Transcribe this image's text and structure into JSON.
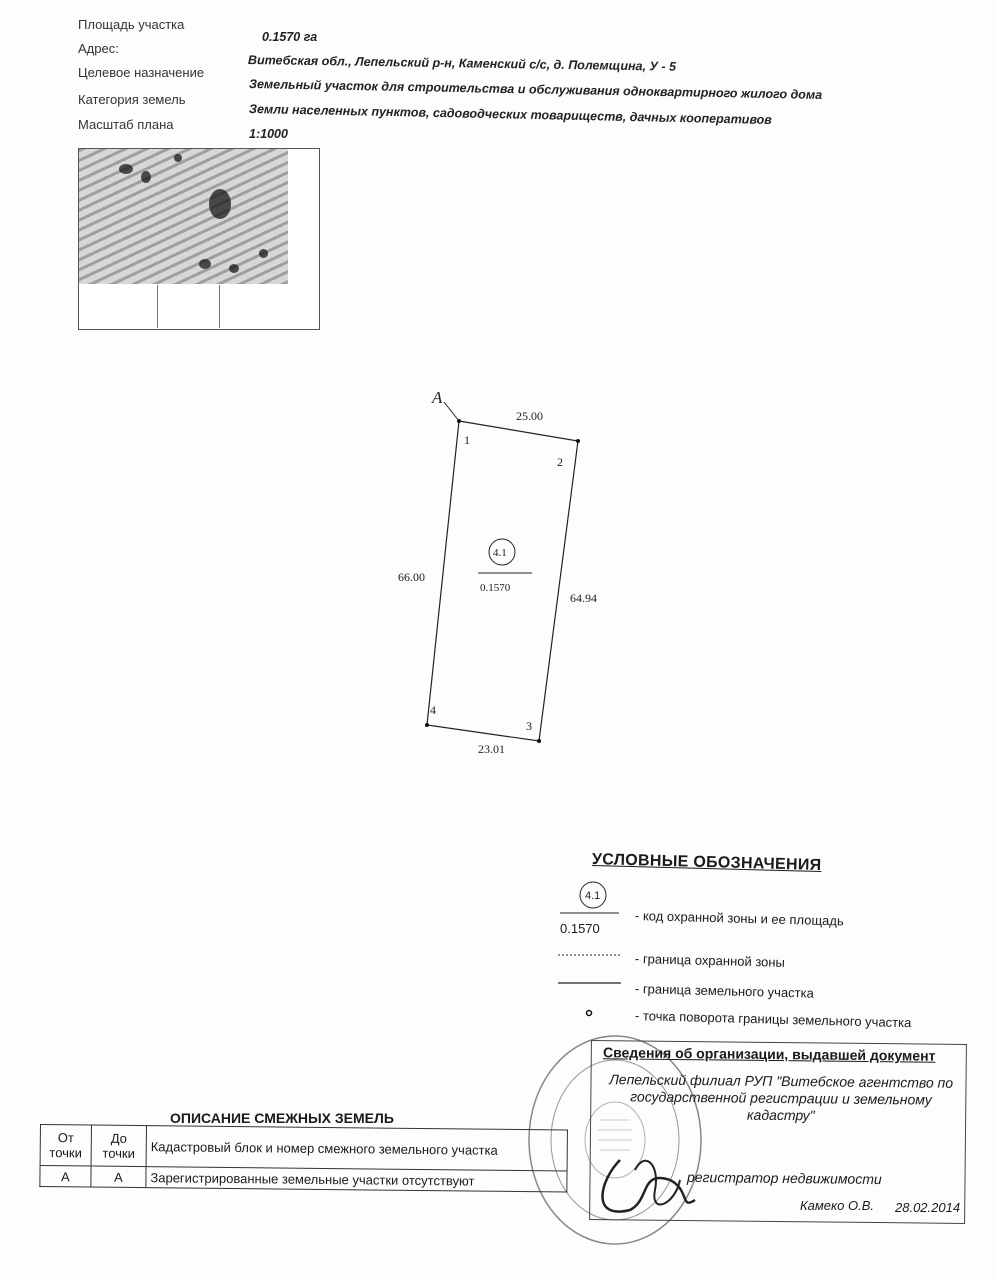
{
  "header": {
    "rows": [
      {
        "label": "Площадь участка",
        "value": "0.1570  га"
      },
      {
        "label": "Адрес:",
        "value": "Витебская обл., Лепельский р-н, Каменский с/с, д. Полемщина, У - 5"
      },
      {
        "label": "Целевое назначение",
        "value": "Земельный участок для строительства и обслуживания одноквартирного жилого дома"
      },
      {
        "label": "Категория земель",
        "value": "Земли населенных пунктов, садоводческих товариществ, дачных кооперативов"
      },
      {
        "label": "Масштаб плана",
        "value": "1:1000"
      }
    ]
  },
  "drawing": {
    "start_point_label": "A",
    "vertex_labels": [
      "1",
      "2",
      "3",
      "4"
    ],
    "side_lengths": {
      "top": "25.00",
      "right": "64.94",
      "bottom": "23.01",
      "left": "66.00"
    },
    "zone_code": "4.1",
    "zone_area": "0.1570"
  },
  "legend": {
    "title": "УСЛОВНЫЕ ОБОЗНАЧЕНИЯ",
    "zone_code": "4.1",
    "zone_area": "0.1570",
    "items": [
      {
        "symbol": "zone-code",
        "text": "- код охранной зоны и ее площадь"
      },
      {
        "symbol": "dotted-line",
        "text": "- граница охранной зоны"
      },
      {
        "symbol": "solid-line",
        "text": "- граница земельного участка"
      },
      {
        "symbol": "dot",
        "text": "- точка поворота границы земельного участка"
      }
    ]
  },
  "organization": {
    "title": "Сведения об организации, выдавшей документ",
    "name": "Лепельский филиал РУП \"Витебское агентство по государственной регистрации и земельному кадастру\"",
    "role": "регистратор недвижимости",
    "signer": "Камеко О.В.",
    "date": "28.02.2014"
  },
  "adjacent": {
    "title": "ОПИСАНИЕ СМЕЖНЫХ ЗЕМЕЛЬ",
    "columns": [
      "От точки",
      "До точки",
      "Кадастровый блок и номер смежного земельного участка"
    ],
    "rows": [
      [
        "А",
        "А",
        "Зарегистрированные земельные участки отсутствуют"
      ]
    ]
  }
}
